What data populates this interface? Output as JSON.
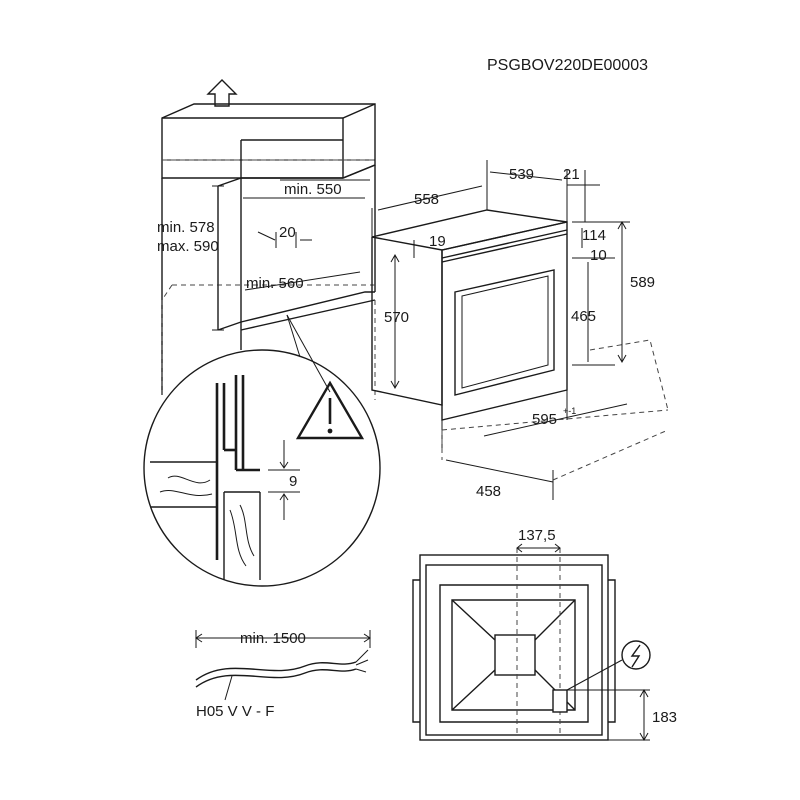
{
  "drawing_code": "PSGBOV220DE00003",
  "niche": {
    "height_min": "min. 578",
    "height_max": "max. 590",
    "depth_min": "min. 550",
    "width_min": "min. 560",
    "vent_gap": "20"
  },
  "detail": {
    "gap": "9"
  },
  "oven": {
    "depth_total": "558",
    "depth_body": "539",
    "front_thickness": "21",
    "top_offset": "19",
    "height_body": "570",
    "panel_top": "114",
    "panel_gap": "10",
    "height_door": "465",
    "height_total": "589",
    "width": "595",
    "width_tolerance": "+-1",
    "depth_cavity": "458"
  },
  "bottom_view": {
    "offset": "137,5",
    "height": "183"
  },
  "cable": {
    "length": "min. 1500",
    "type": "H05 V V - F"
  }
}
